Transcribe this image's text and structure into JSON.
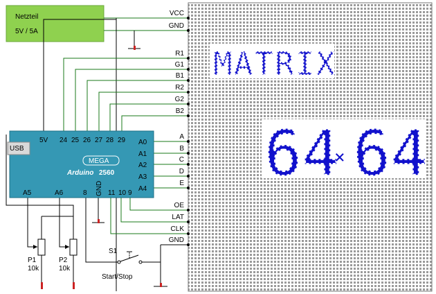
{
  "psu": {
    "title": "Netzteil",
    "spec": "5V / 5A"
  },
  "arduino": {
    "usb": "USB",
    "pin_5v": "5V",
    "top_pins": [
      "24",
      "25",
      "26",
      "27",
      "28",
      "29"
    ],
    "badge": "MEGA",
    "name": "Arduino",
    "model": "2560",
    "analog_right": [
      "A0",
      "A1",
      "A2",
      "A3",
      "A4"
    ],
    "bottom_left": [
      "A5",
      "A6",
      "8"
    ],
    "gnd": "GND",
    "bottom_right": [
      "11",
      "10",
      "9"
    ]
  },
  "matrix_pins": [
    "VCC",
    "GND",
    "R1",
    "G1",
    "B1",
    "R2",
    "G2",
    "B2",
    "A",
    "B",
    "C",
    "D",
    "E",
    "OE",
    "LAT",
    "CLK",
    "GND"
  ],
  "matrix_text": {
    "line1": "MATRIX",
    "line2a": "64",
    "times": "×",
    "line2b": "64"
  },
  "pots": [
    {
      "name": "P1",
      "value": "10k"
    },
    {
      "name": "P2",
      "value": "10k"
    }
  ],
  "switch": {
    "name": "S1",
    "label": "Start/Stop"
  },
  "colors": {
    "psu_fill": "#8fd14f",
    "arduino_fill": "#3598b4",
    "matrix_text": "#1111cc",
    "terminal": "#cc2222"
  }
}
